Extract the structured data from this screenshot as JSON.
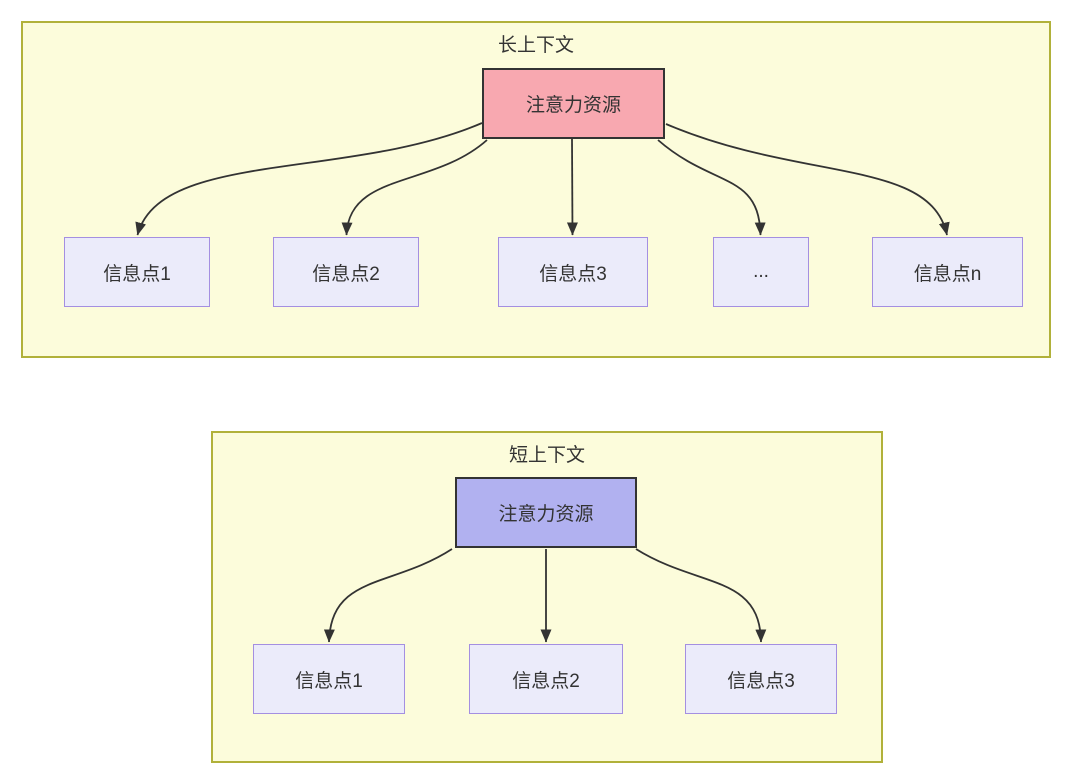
{
  "long_context": {
    "title": "长上下文",
    "attention": {
      "label": "注意力资源"
    },
    "info_points": [
      {
        "label": "信息点1"
      },
      {
        "label": "信息点2"
      },
      {
        "label": "信息点3"
      },
      {
        "label": "..."
      },
      {
        "label": "信息点n"
      }
    ]
  },
  "short_context": {
    "title": "短上下文",
    "attention": {
      "label": "注意力资源"
    },
    "info_points": [
      {
        "label": "信息点1"
      },
      {
        "label": "信息点2"
      },
      {
        "label": "信息点3"
      }
    ]
  },
  "colors": {
    "container_fill": "#fcfcdb",
    "container_border": "#b1b13a",
    "attention_long_fill": "#f8a8b0",
    "attention_short_fill": "#b1b1f0",
    "attention_border": "#333333",
    "info_fill": "#ebebfa",
    "info_border": "#a48fe1",
    "arrow": "#333333",
    "text": "#333333"
  }
}
